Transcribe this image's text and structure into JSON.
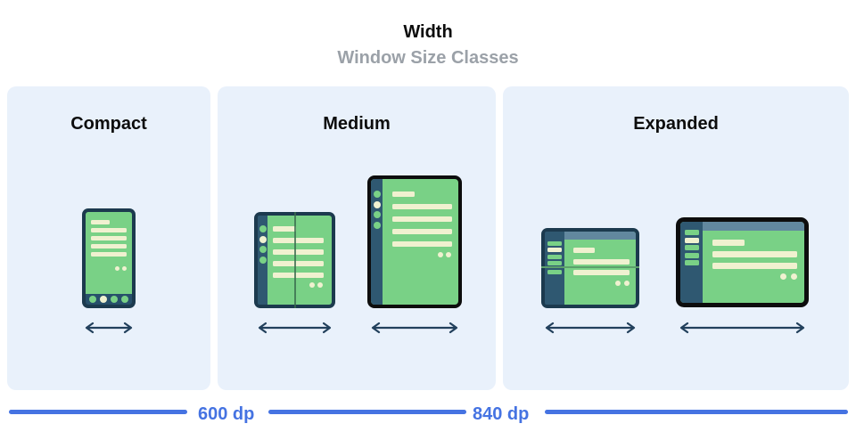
{
  "header": {
    "title": "Width",
    "subtitle": "Window Size Classes"
  },
  "panels": [
    {
      "id": "compact",
      "label": "Compact",
      "devices": [
        "phone-portrait"
      ]
    },
    {
      "id": "medium",
      "label": "Medium",
      "devices": [
        "foldable-open-portrait",
        "tablet-portrait"
      ]
    },
    {
      "id": "expanded",
      "label": "Expanded",
      "devices": [
        "foldable-open-landscape",
        "tablet-landscape"
      ]
    }
  ],
  "ruler": {
    "labels": [
      "600 dp",
      "840 dp"
    ]
  },
  "icons": {
    "width_arrow": "double-headed-horizontal-arrow"
  },
  "colors": {
    "panel_bg": "#E9F1FB",
    "screen_green": "#79D186",
    "content_cream": "#F0F1D0",
    "frame_navy": "#1C3A4E",
    "sidebar_navy": "#2F5871",
    "topbar_blue": "#62889F",
    "phone_navbar_navy": "#27506B",
    "device_black": "#0D0D0D",
    "ruler_blue": "#4573E2",
    "arrow_navy": "#22405C",
    "subtitle_gray": "#9BA1A8",
    "fold_line_dark": "#3A6B4E",
    "fold_line_light": "#5CA06C"
  }
}
